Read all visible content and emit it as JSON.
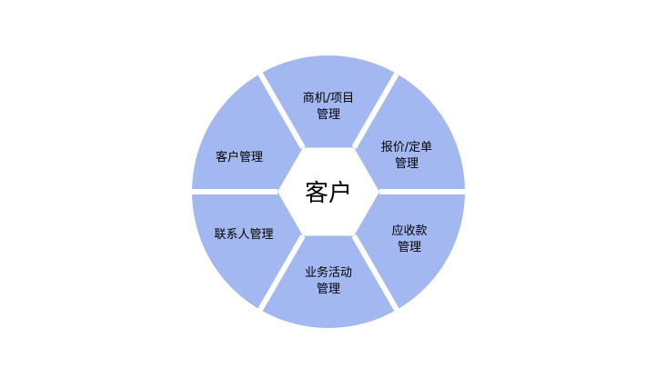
{
  "diagram": {
    "center": {
      "label": "客户"
    },
    "segments": [
      {
        "id": "opportunity",
        "lines": [
          "商机/项目",
          "管理"
        ]
      },
      {
        "id": "quote",
        "lines": [
          "报价/定单",
          "管理"
        ]
      },
      {
        "id": "receivables",
        "lines": [
          "应收款",
          "管理"
        ]
      },
      {
        "id": "activity",
        "lines": [
          "业务活动",
          "管理"
        ]
      },
      {
        "id": "contact",
        "lines": [
          "联系人管理"
        ]
      },
      {
        "id": "customer",
        "lines": [
          "客户管理"
        ]
      }
    ],
    "colors": {
      "segment_fill": "#a3b8f0",
      "center_fill": "#ffffff",
      "divider": "#ffffff"
    }
  }
}
